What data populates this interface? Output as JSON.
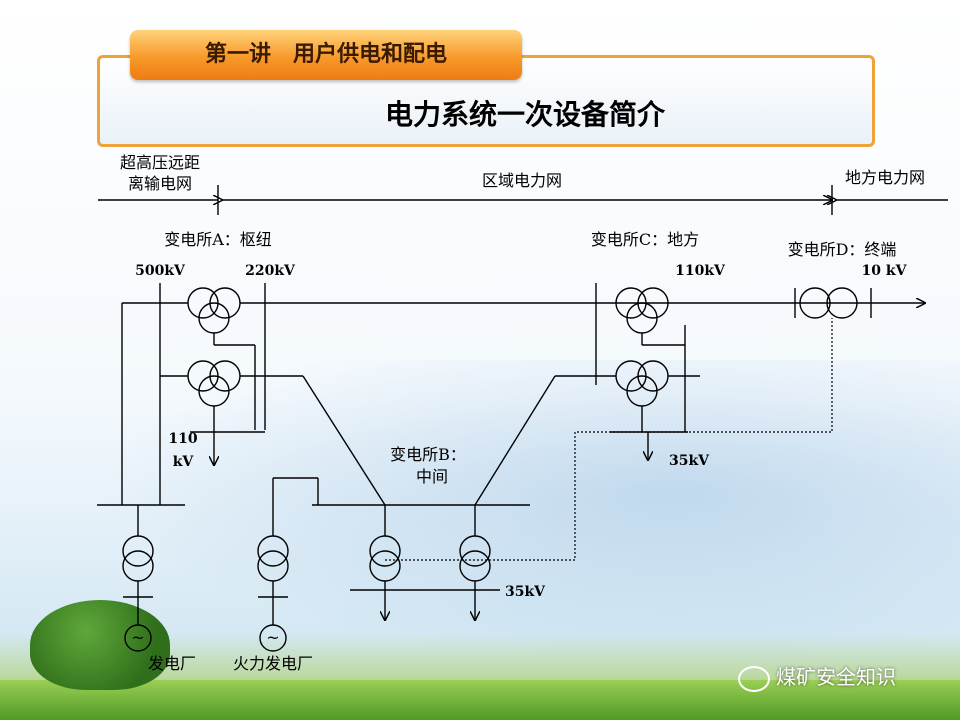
{
  "header": {
    "tab_title": "第一讲　用户供电和配电",
    "main_title": "电力系统一次设备简介"
  },
  "zones": {
    "left": [
      "超高压远距",
      "离输电网"
    ],
    "middle": "区域电力网",
    "right": "地方电力网"
  },
  "substations": {
    "a": "变电所A：枢纽",
    "b": [
      "变电所B：",
      "中间"
    ],
    "c": "变电所C：地方",
    "d": "变电所D：终端"
  },
  "voltages": {
    "a_500": "500kV",
    "a_220": "220kV",
    "a_110": [
      "110",
      "kV"
    ],
    "c_110": "110kV",
    "d_10": "10 kV",
    "c_35": "35kV",
    "b_35": "35kV"
  },
  "plants": {
    "hydro": "发电厂",
    "thermal": "火力发电厂",
    "generator_symbol": "~"
  },
  "watermark": "煤矿安全知识"
}
